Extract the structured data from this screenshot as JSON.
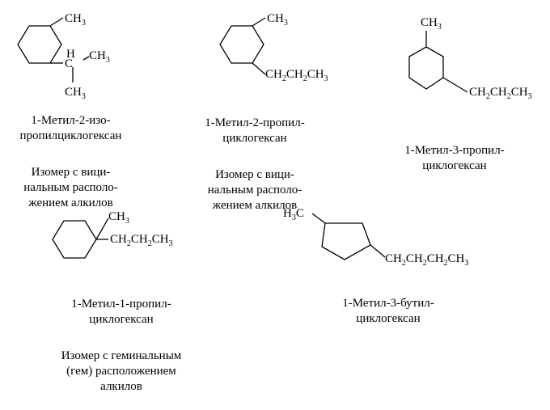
{
  "compounds": [
    {
      "name": "1-Метил-2-изо-\nпропилциклогексан",
      "note": "Изомер с вици-\nнальным располо-\nжением алкилов",
      "labels": {
        "ch3": "CH3",
        "ch": "H",
        "ch_c": "C",
        "ch3_b": "CH3",
        "ch3_c": "CH3"
      }
    },
    {
      "name": "1-Метил-2-пропил-\nциклогексан",
      "note": "Изомер с вици-\nнальным располо-\nжением алкилов",
      "labels": {
        "ch3": "CH3",
        "chain": "CH2CH2CH3"
      }
    },
    {
      "name": "1-Метил-3-пропил-\nциклогексан",
      "labels": {
        "ch3": "CH3",
        "chain": "CH2CH2CH3"
      }
    },
    {
      "name": "1-Метил-1-пропил-\nциклогексан",
      "note": "Изомер с геминальным\n(гем) расположением\nалкилов",
      "labels": {
        "ch3": "CH3",
        "chain": "CH2CH2CH3"
      }
    },
    {
      "name": "1-Метил-3-бутил-\nциклогексан",
      "labels": {
        "ch3": "H3C",
        "chain": "CH2CH2CH2CH3"
      }
    }
  ]
}
